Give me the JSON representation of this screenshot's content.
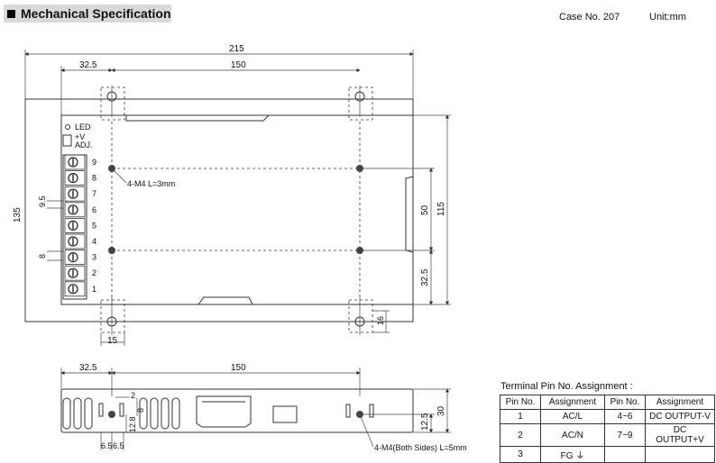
{
  "header": {
    "title": "Mechanical Specification",
    "case_no": "Case No. 207",
    "unit": "Unit:mm"
  },
  "top_view": {
    "dims": {
      "overall_width": "215",
      "left_offset": "32.5",
      "hole_span": "150",
      "height": "135",
      "inner_height": "115",
      "hole_vspan": "50",
      "bottom_offset": "32.5",
      "slot_width": "15",
      "slot_height": "16",
      "pitch": "9.5",
      "terminal_width": "8"
    },
    "labels": {
      "led": "LED",
      "plus_v": "+V",
      "adj": "ADJ.",
      "mount_note": "4-M4 L=3mm"
    },
    "terminals": [
      "9",
      "8",
      "7",
      "6",
      "5",
      "4",
      "3",
      "2",
      "1"
    ]
  },
  "side_view": {
    "dims": {
      "left_offset": "32.5",
      "hole_span": "150",
      "height": "30",
      "hole_height": "12.5",
      "d2": "2",
      "d8": "8",
      "d128": "12.8",
      "d65a": "6.5",
      "d65b": "6.5"
    },
    "mount_note": "4-M4(Both Sides) L=5mm"
  },
  "pin_table": {
    "title": "Terminal Pin No. Assignment :",
    "headers": [
      "Pin No.",
      "Assignment",
      "Pin No.",
      "Assignment"
    ],
    "rows": [
      [
        "1",
        "AC/L",
        "4~6",
        "DC OUTPUT-V"
      ],
      [
        "2",
        "AC/N",
        "7~9",
        "DC OUTPUT+V"
      ],
      [
        "3",
        "FG ⏚",
        "",
        ""
      ]
    ]
  }
}
